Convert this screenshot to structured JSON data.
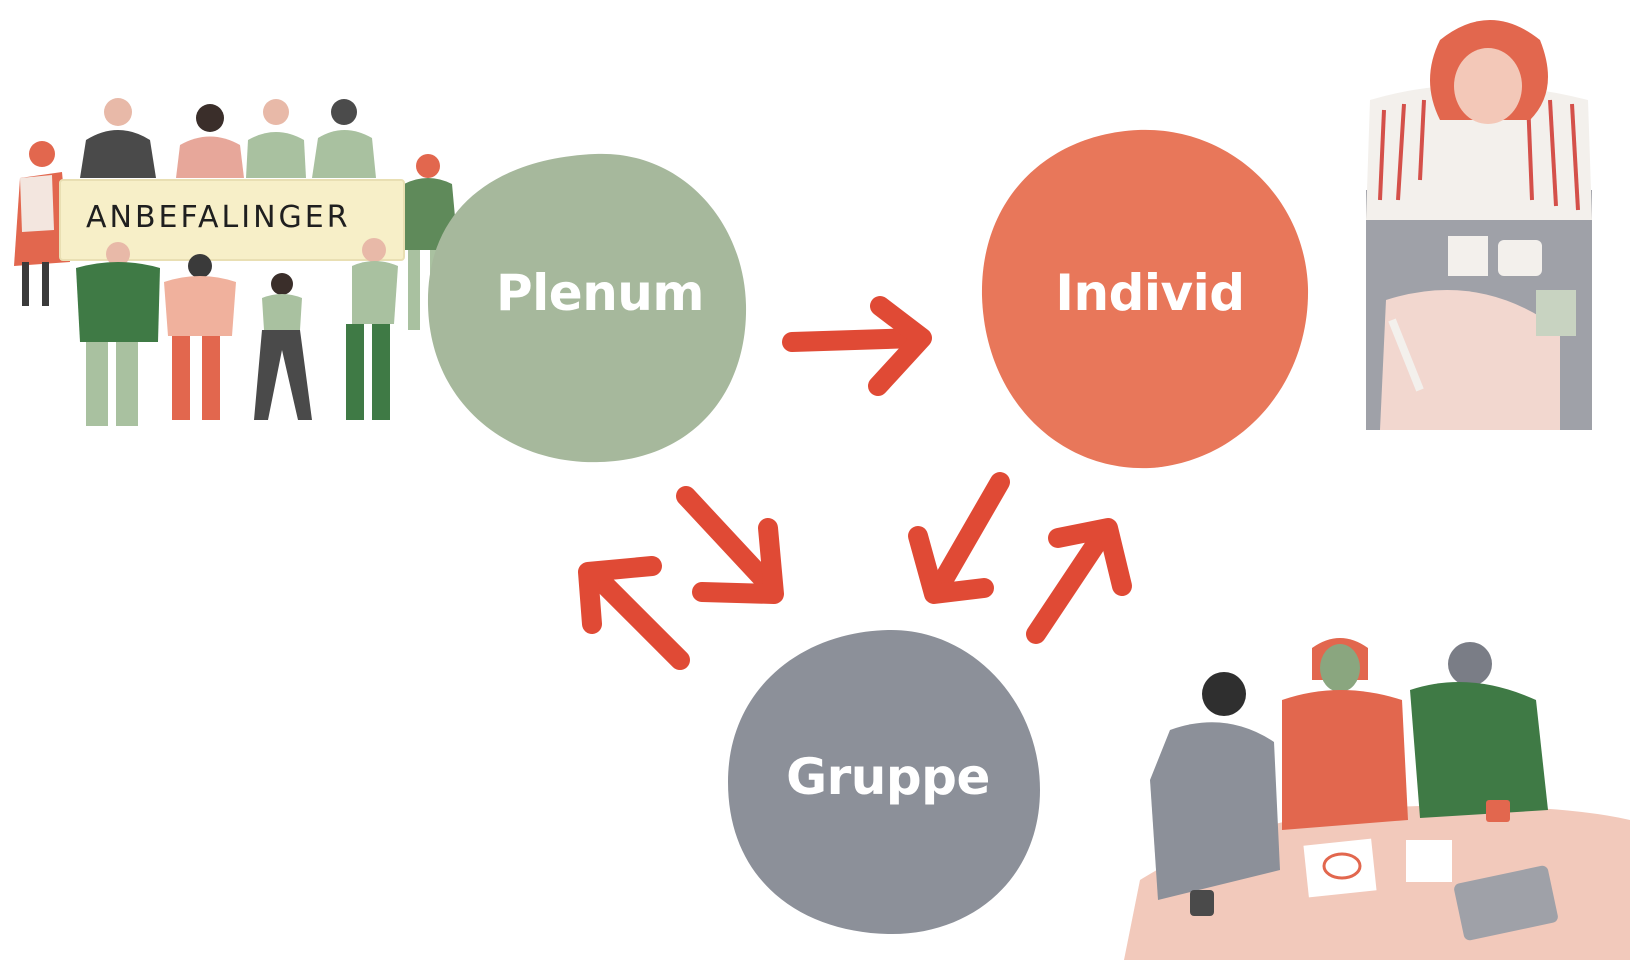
{
  "nodes": {
    "plenum": {
      "label": "Plenum",
      "color": "#a6b89c"
    },
    "individ": {
      "label": "Individ",
      "color": "#e8775a"
    },
    "gruppe": {
      "label": "Gruppe",
      "color": "#8c9099"
    }
  },
  "arrow_color": "#e04a35",
  "banner": {
    "text": "ANBEFALINGER",
    "color": "#f7efc8"
  },
  "illustrations": {
    "group_with_banner": "people-holding-banner",
    "person_at_desk": "woman-thinking-at-desk",
    "group_at_table": "three-people-at-table"
  }
}
